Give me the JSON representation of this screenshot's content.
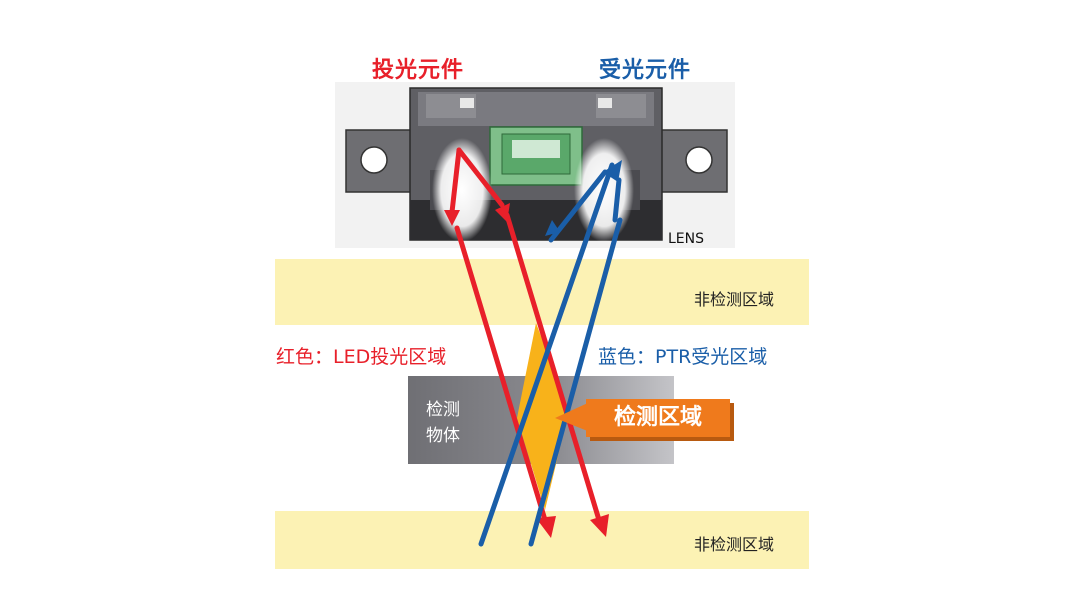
{
  "labels": {
    "emitter_title": "投光元件",
    "receiver_title": "受光元件",
    "lens": "LENS",
    "non_detect_top": "非检测区域",
    "non_detect_bottom": "非检测区域",
    "red_legend": "红色：LED投光区域",
    "blue_legend": "蓝色：PTR受光区域",
    "object_line1": "检测",
    "object_line2": "物体",
    "detect_callout": "检测区域"
  },
  "colors": {
    "red": "#e8202a",
    "blue": "#1a5ea8",
    "callout": "#ef7a1c",
    "detect_zone": "#f8b21a",
    "band": "#fcf2b4"
  }
}
